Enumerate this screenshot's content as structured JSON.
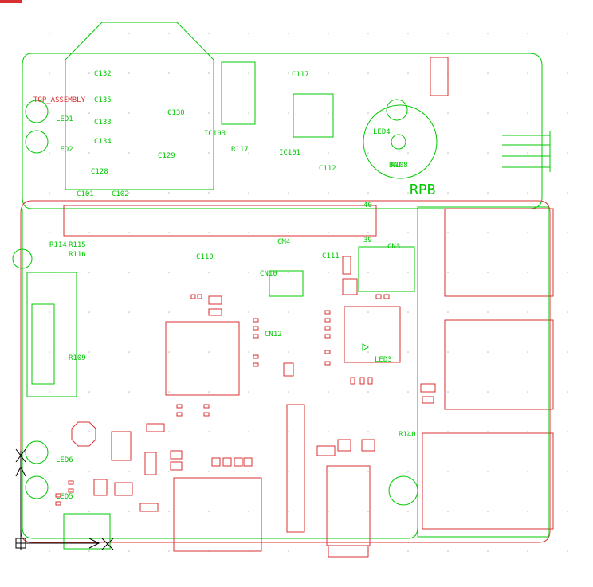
{
  "colors": {
    "silk_top": "#00c800",
    "silk_bottom": "#d83030",
    "origin": "#000000",
    "grid": "#b8b8b8"
  },
  "labels": {
    "top_assembly": "TOP_ASSEMBLY",
    "cm4": "CM4",
    "cn10": "CN10",
    "cn12": "CN12",
    "cn3": "CN3",
    "led4": "LED4",
    "led2": "LED2",
    "led6": "LED6",
    "led5": "LED5",
    "led3": "LED3",
    "led1": "LED1",
    "r140": "R140",
    "r117": "R117",
    "r108": "R108",
    "r109": "R109",
    "r114": "R114",
    "r115": "R115",
    "r116": "R116",
    "c110": "C110",
    "c111": "C111",
    "c112": "C112",
    "c133": "C133",
    "c134": "C134",
    "c135": "C135",
    "c132": "C132",
    "c130": "C130",
    "c129": "C129",
    "c128": "C128",
    "c117": "C117",
    "c101": "C101",
    "c102": "C102",
    "ic103": "IC103",
    "ic101": "IC101",
    "pin40": "40",
    "pin39": "39",
    "bat": "BAT",
    "rpbb": "RPB"
  }
}
